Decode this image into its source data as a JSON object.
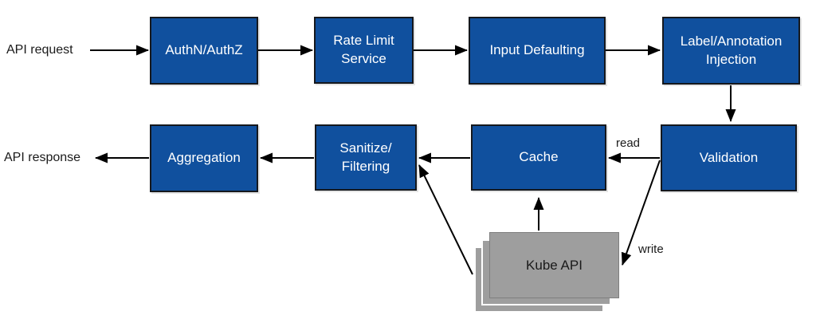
{
  "diagram": {
    "colors": {
      "background": "#FFFFFF",
      "node_fill": "#10509E",
      "node_border": "#15181D",
      "node_text": "#FFFFFF",
      "datastore_fill": "#9E9E9E",
      "datastore_border": "#7F7F7F",
      "datastore_text": "#1A1A1A",
      "arrow": "#000000",
      "label_text": "#1A1A1A"
    },
    "io": {
      "request_label": "API request",
      "response_label": "API response"
    },
    "nodes": {
      "authn_authz": {
        "label": "AuthN/AuthZ"
      },
      "rate_limit_service": {
        "label": [
          "Rate Limit",
          "Service"
        ]
      },
      "input_defaulting": {
        "label": "Input Defaulting"
      },
      "label_annotation_injection": {
        "label": [
          "Label/Annotation",
          "Injection"
        ]
      },
      "validation": {
        "label": "Validation"
      },
      "cache": {
        "label": "Cache"
      },
      "sanitize_filtering": {
        "label": [
          "Sanitize/",
          "Filtering"
        ]
      },
      "aggregation": {
        "label": "Aggregation"
      },
      "kube_api": {
        "label": "Kube API"
      }
    },
    "edges": [
      {
        "from": "api_request",
        "to": "authn_authz",
        "label": ""
      },
      {
        "from": "authn_authz",
        "to": "rate_limit_service",
        "label": ""
      },
      {
        "from": "rate_limit_service",
        "to": "input_defaulting",
        "label": ""
      },
      {
        "from": "input_defaulting",
        "to": "label_annotation_injection",
        "label": ""
      },
      {
        "from": "label_annotation_injection",
        "to": "validation",
        "label": ""
      },
      {
        "from": "validation",
        "to": "cache",
        "label": "read"
      },
      {
        "from": "cache",
        "to": "sanitize_filtering",
        "label": ""
      },
      {
        "from": "sanitize_filtering",
        "to": "aggregation",
        "label": ""
      },
      {
        "from": "aggregation",
        "to": "api_response",
        "label": ""
      },
      {
        "from": "validation",
        "to": "kube_api",
        "label": "write"
      },
      {
        "from": "kube_api",
        "to": "cache",
        "label": ""
      },
      {
        "from": "kube_api",
        "to": "sanitize_filtering",
        "label": ""
      }
    ]
  }
}
